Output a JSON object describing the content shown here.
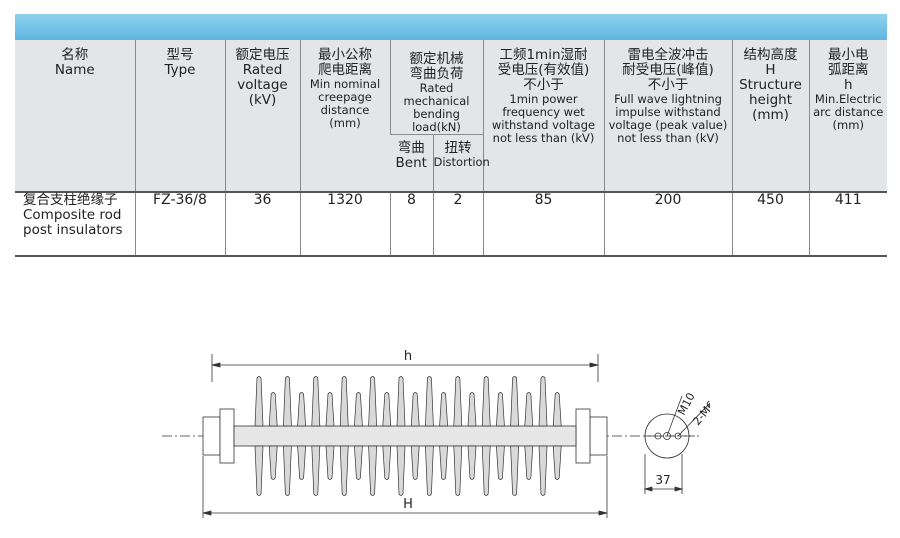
{
  "table": {
    "headers": {
      "name": {
        "zh": "名称",
        "en": "Name"
      },
      "type": {
        "zh": "型号",
        "en": "Type"
      },
      "voltage": {
        "zh": "额定电压",
        "en1": "Rated",
        "en2": "voltage",
        "en3": "(kV)"
      },
      "creepage": {
        "zh1": "最小公称",
        "zh2": "爬电距离",
        "en1": "Min nominal",
        "en2": "creepage",
        "en3": "distance",
        "en4": "(mm)"
      },
      "bending": {
        "zh1": "额定机械",
        "zh2": "弯曲负荷",
        "en1": "Rated",
        "en2": "mechanical",
        "en3": "bending load(kN)"
      },
      "bent": {
        "zh": "弯曲",
        "en": "Bent"
      },
      "distortion": {
        "zh": "扭转",
        "en": "Distortion"
      },
      "powerfreq": {
        "zh1": "工频1min湿耐",
        "zh2": "受电压(有效值)",
        "zh3": "不小于",
        "en1": "1min power",
        "en2": "frequency wet",
        "en3": "withstand voltage",
        "en4": "not less than (kV)"
      },
      "lightning": {
        "zh1": "雷电全波冲击",
        "zh2": "耐受电压(峰值)",
        "zh3": "不小于",
        "en1": "Full wave lightning",
        "en2": "impulse withstand",
        "en3": "voltage (peak value)",
        "en4": "not less than (kV)"
      },
      "height": {
        "zh": "结构高度",
        "sym": "H",
        "en1": "Structure",
        "en2": "height",
        "en3": "(mm)"
      },
      "arc": {
        "zh1": "最小电",
        "zh2": "弧距离",
        "sym": "h",
        "en1": "Min.Electric",
        "en2": "arc distance",
        "en3": "(mm)"
      }
    },
    "row": {
      "name_zh": "复合支柱绝缘子",
      "name_en1": "Composite rod",
      "name_en2": "post insulators",
      "type": "FZ-36/8",
      "voltage": "36",
      "creepage": "1320",
      "bent": "8",
      "distortion": "2",
      "powerfreq": "85",
      "lightning": "200",
      "height": "450",
      "arc": "411"
    }
  },
  "drawing": {
    "label_h": "h",
    "label_H": "H",
    "label_m10": "M10",
    "label_m6": "2-M6",
    "label_37": "37"
  },
  "colors": {
    "header_bar": "#5db5e0",
    "header_bg": "#e4e5e7",
    "shed_fill": "#d9d9d9"
  }
}
